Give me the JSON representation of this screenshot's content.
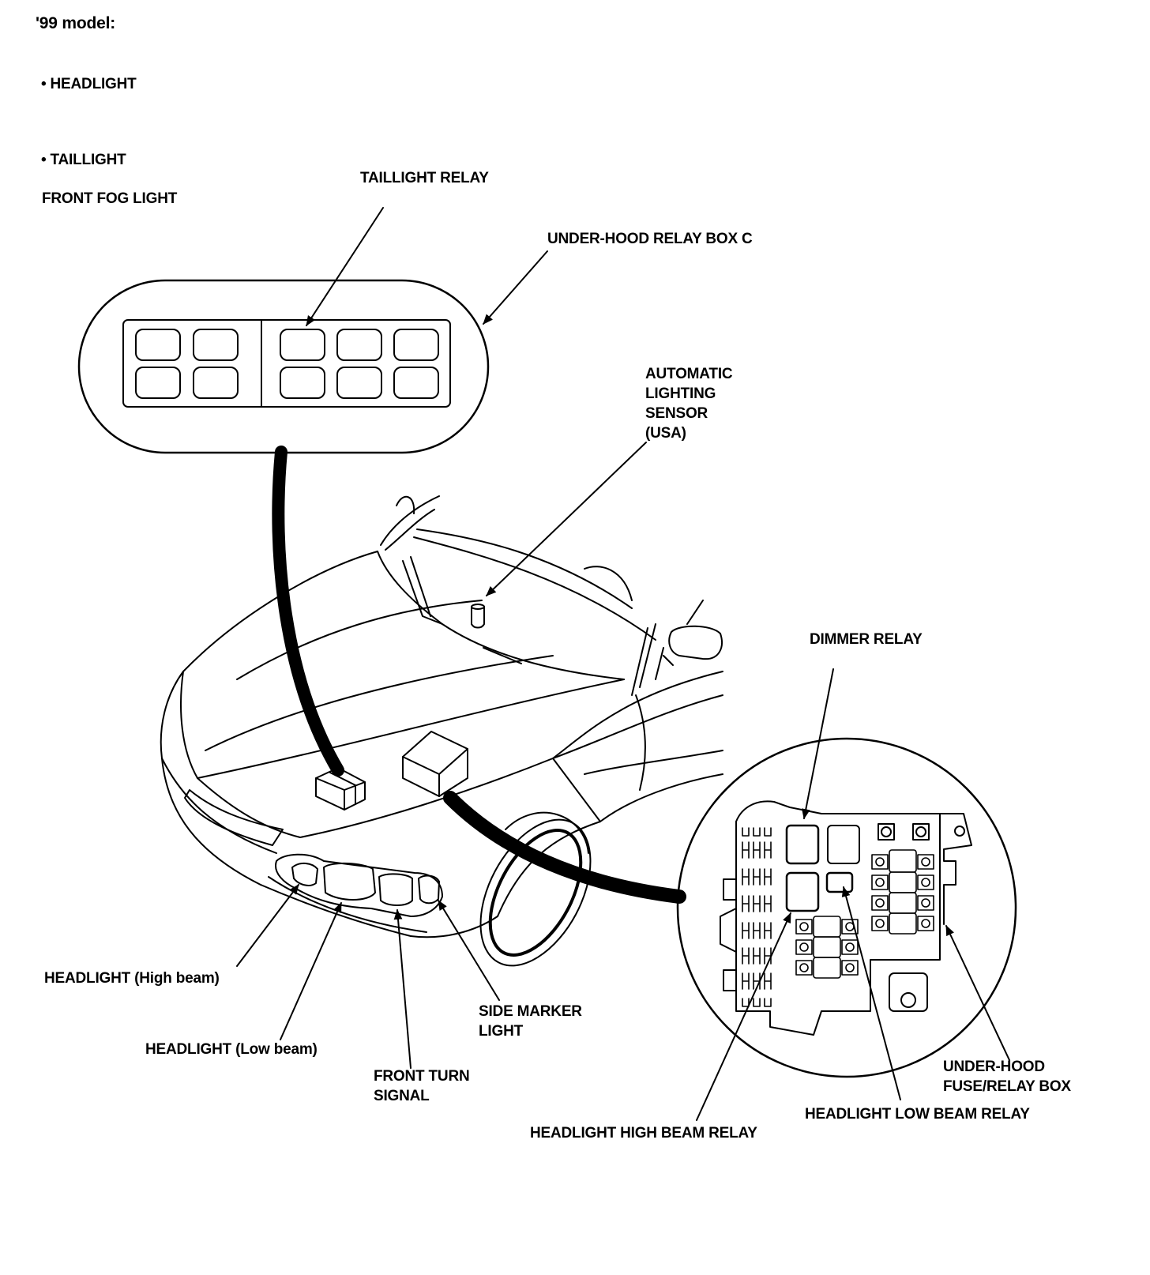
{
  "header": {
    "model": "'99 model:",
    "bullets": [
      "• HEADLIGHT",
      "• TAILLIGHT"
    ],
    "sub": "FRONT FOG LIGHT"
  },
  "labels": {
    "taillight_relay": "TAILLIGHT RELAY",
    "relay_box_c": "UNDER-HOOD RELAY BOX C",
    "auto_sensor": [
      "AUTOMATIC",
      "LIGHTING",
      "SENSOR",
      "(USA)"
    ],
    "dimmer_relay": "DIMMER RELAY",
    "headlight_high": "HEADLIGHT (High beam)",
    "headlight_low": "HEADLIGHT (Low beam)",
    "front_turn": [
      "FRONT TURN",
      "SIGNAL"
    ],
    "side_marker": [
      "SIDE MARKER",
      "LIGHT"
    ],
    "high_beam_relay": "HEADLIGHT HIGH BEAM RELAY",
    "low_beam_relay": "HEADLIGHT LOW BEAM RELAY",
    "fuse_box": [
      "UNDER-HOOD",
      "FUSE/RELAY BOX"
    ]
  },
  "colors": {
    "ink": "#000000",
    "paper": "#ffffff"
  }
}
